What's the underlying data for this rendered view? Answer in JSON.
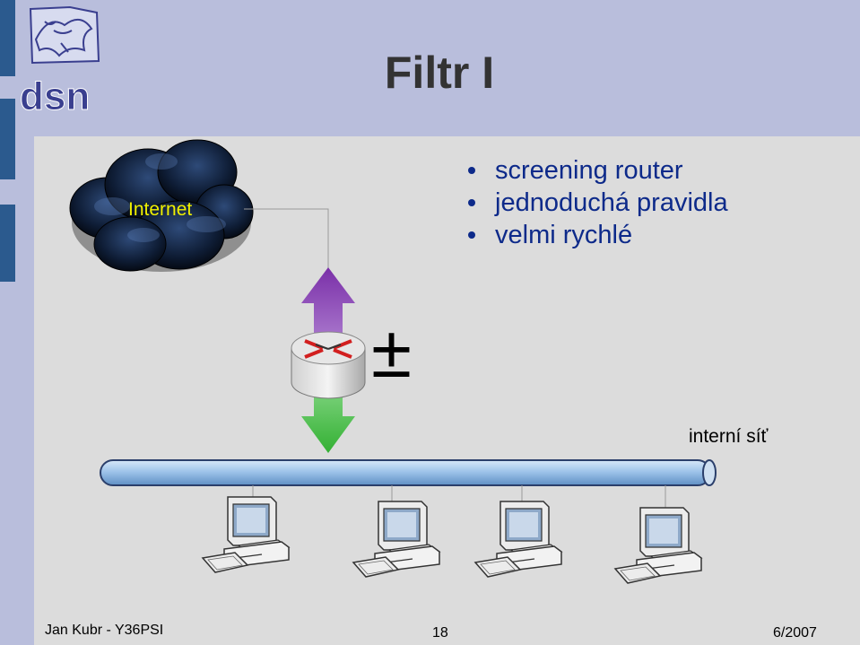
{
  "slide": {
    "title": "Filtr I",
    "bullets": [
      "screening router",
      "jednoduchá pravidla",
      "velmi rychlé"
    ],
    "footer_left": "Jan Kubr - Y36PSI",
    "footer_page": "18",
    "footer_date": "6/2007"
  },
  "logo": {
    "text": "dsn"
  },
  "diagram": {
    "cloud_label": "Internet",
    "plus_minus_label": "±",
    "network_label": "interní síť",
    "arrow_up_color": "#8a3fb0",
    "arrow_down_color": "#3fbf3f",
    "pipe_color": "#9fc4ea",
    "computer_icons": [
      "computer-icon",
      "computer-icon",
      "computer-icon",
      "computer-icon"
    ]
  },
  "colors": {
    "header_band": "#b9bedc",
    "content_background": "#dcdcdc",
    "accent_bar": "#2b5a8e",
    "bullet_text": "#0d2a8a"
  }
}
